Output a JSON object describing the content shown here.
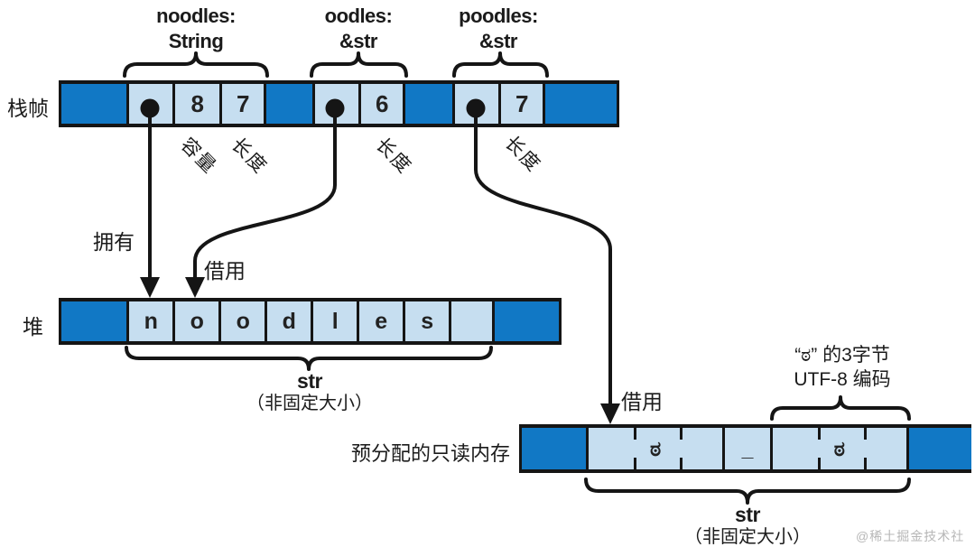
{
  "diagram_title": "rust-string-str-memory-layout",
  "variables": [
    {
      "name": "noodles:",
      "type": "String"
    },
    {
      "name": "oodles:",
      "type": "&str"
    },
    {
      "name": "poodles:",
      "type": "&str"
    }
  ],
  "stack": {
    "row_label": "栈帧",
    "noodles_capacity": "8",
    "noodles_length": "7",
    "oodles_length": "6",
    "poodles_length": "7",
    "capacity_label": "容量",
    "length_label": "长度"
  },
  "arrows": {
    "owns": "拥有",
    "borrows": "借用"
  },
  "heap": {
    "row_label": "堆",
    "cells": [
      "n",
      "o",
      "o",
      "d",
      "l",
      "e",
      "s",
      ""
    ]
  },
  "heap_annotation": {
    "title": "str",
    "subtitle": "（非固定大小）"
  },
  "romem": {
    "row_label": "预分配的只读内存",
    "bytes": [
      "",
      "ಠ",
      "",
      "_",
      "",
      "ಠ",
      ""
    ]
  },
  "romem_annotation": {
    "title": "str",
    "subtitle": "（非固定大小）"
  },
  "utf8_note": {
    "line1": "“ಠ” 的3字节",
    "line2": "UTF-8 编码"
  },
  "watermark": "@稀土掘金技术社区",
  "colors": {
    "dark_blue": "#1178C5",
    "light_blue": "#C6DEF0",
    "line_black": "#151515",
    "watermark_gray": "#B7B7B7"
  }
}
